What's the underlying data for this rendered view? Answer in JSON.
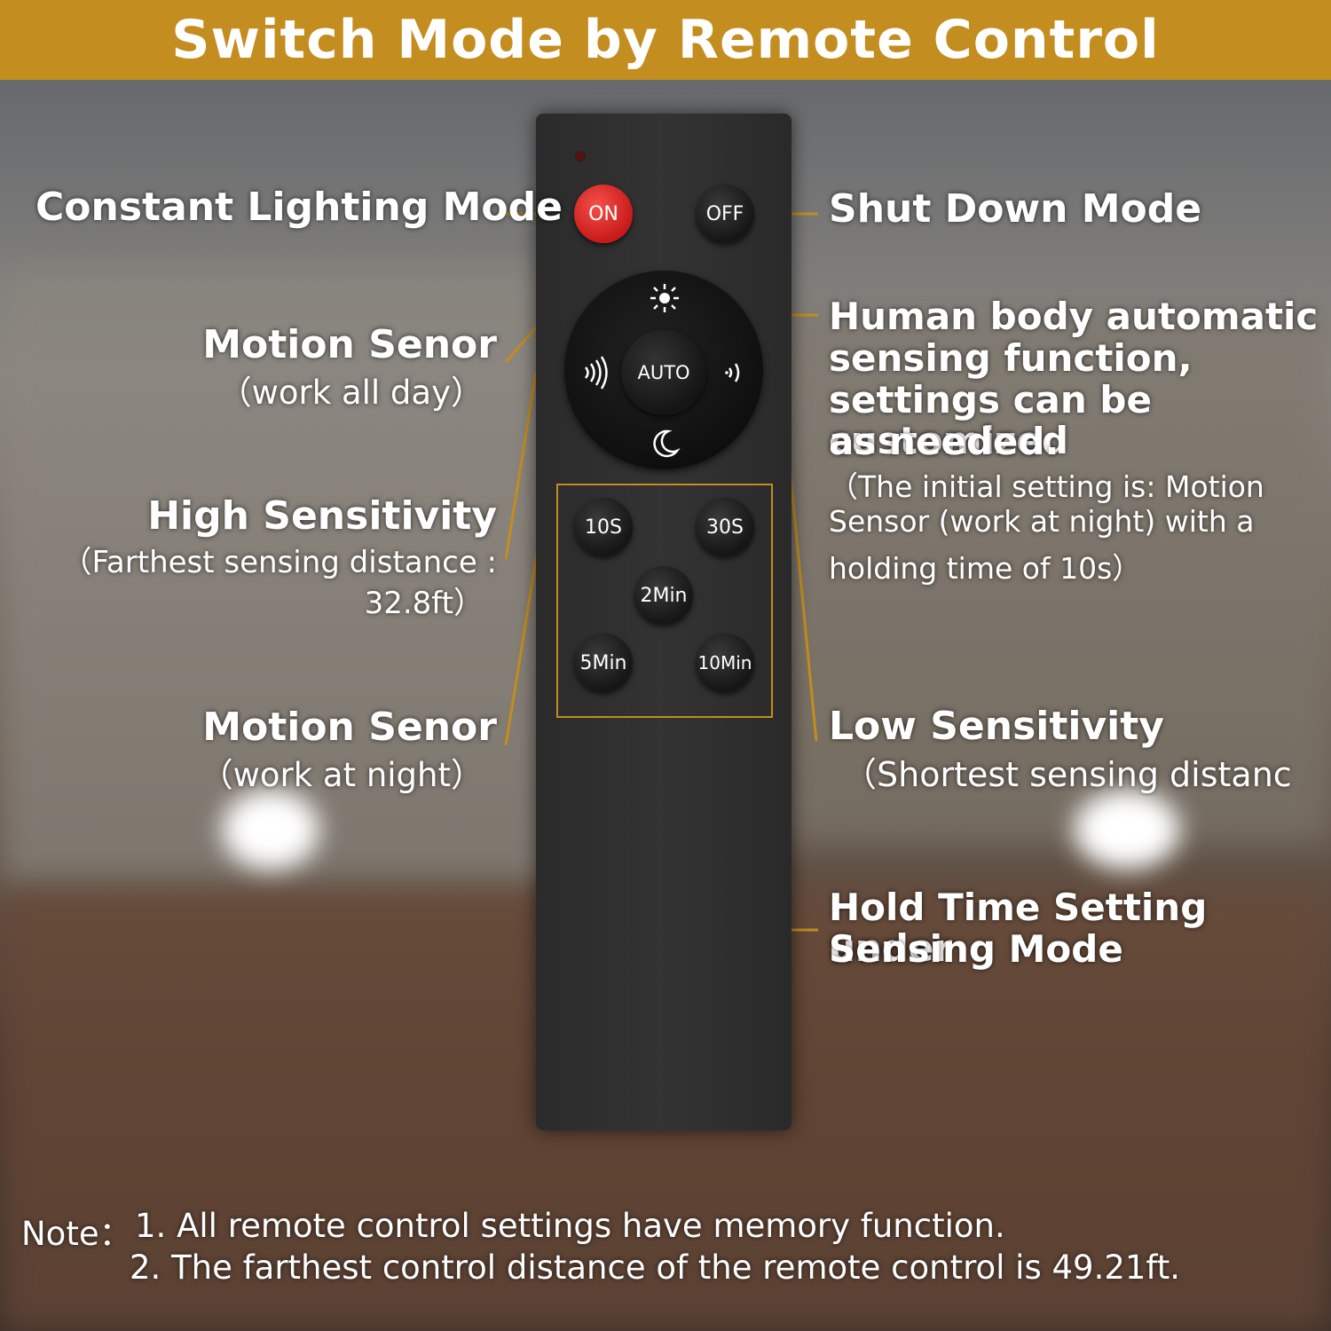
{
  "header": {
    "title": "Switch Mode by Remote Control"
  },
  "labels": {
    "constant": "Constant Lighting Mode",
    "shutdown": "Shut Down Mode",
    "motion_day_title": "Motion Senor",
    "motion_day_sub": "（work all day）",
    "human_line1": "Human body automatic",
    "human_line2": "sensing function,",
    "human_line3": "settings can be customized",
    "human_line4": "as needed.",
    "human_sub1": "（The initial setting is: Motion",
    "human_sub2": "Sensor (work at night) with a",
    "human_sub3": "holding time of 10s）",
    "high_title": "High Sensitivity",
    "high_sub1": "（Farthest sensing distance :",
    "high_sub2": "32.8ft）",
    "motion_night_title": "Motion Senor",
    "motion_night_sub": "（work at night）",
    "low_title": "Low Sensitivity",
    "low_sub": "（Shortest sensing distanc",
    "hold_line1": "Hold Time Setting under",
    "hold_line2": "Sensing Mode"
  },
  "remote": {
    "on": "ON",
    "off": "OFF",
    "auto": "AUTO",
    "t10s": "10S",
    "t30s": "30S",
    "t2min": "2Min",
    "t5min": "5Min",
    "t10min": "10Min"
  },
  "notes": {
    "prefix": "Note：",
    "line1": "1. All remote control settings have memory function.",
    "line2": "2. The farthest control distance of the remote control is 49.21ft."
  },
  "colors": {
    "accent": "#c38d1f",
    "on_button": "#e2302c"
  }
}
